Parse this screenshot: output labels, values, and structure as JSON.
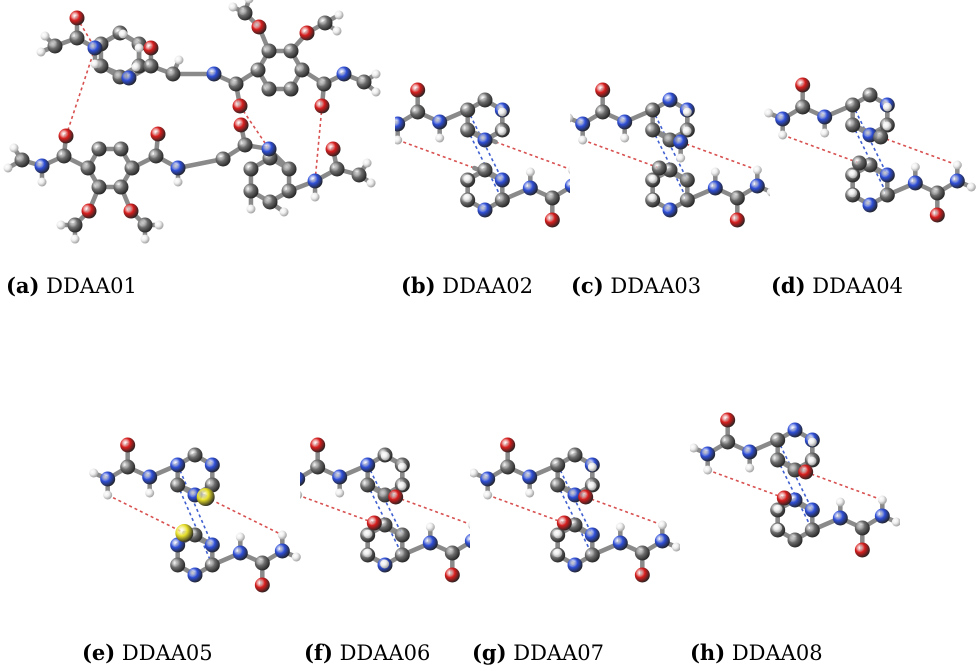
{
  "figure": {
    "panels": [
      {
        "letter": "(a)",
        "name": "DDAA01"
      },
      {
        "letter": "(b)",
        "name": "DDAA02"
      },
      {
        "letter": "(c)",
        "name": "DDAA03"
      },
      {
        "letter": "(d)",
        "name": "DDAA04"
      },
      {
        "letter": "(e)",
        "name": "DDAA05"
      },
      {
        "letter": "(f)",
        "name": "DDAA06"
      },
      {
        "letter": "(g)",
        "name": "DDAA07"
      },
      {
        "letter": "(h)",
        "name": "DDAA08"
      }
    ],
    "atom_colors": {
      "carbon": "#6e6e6e",
      "nitrogen": "#2f4fd8",
      "oxygen": "#d81e1e",
      "hydrogen": "#eeeeee",
      "sulfur": "#e8e02a",
      "bond": "#8a8a8a",
      "hbond_red": "#d85050",
      "hbond_blue": "#4060d0"
    }
  }
}
